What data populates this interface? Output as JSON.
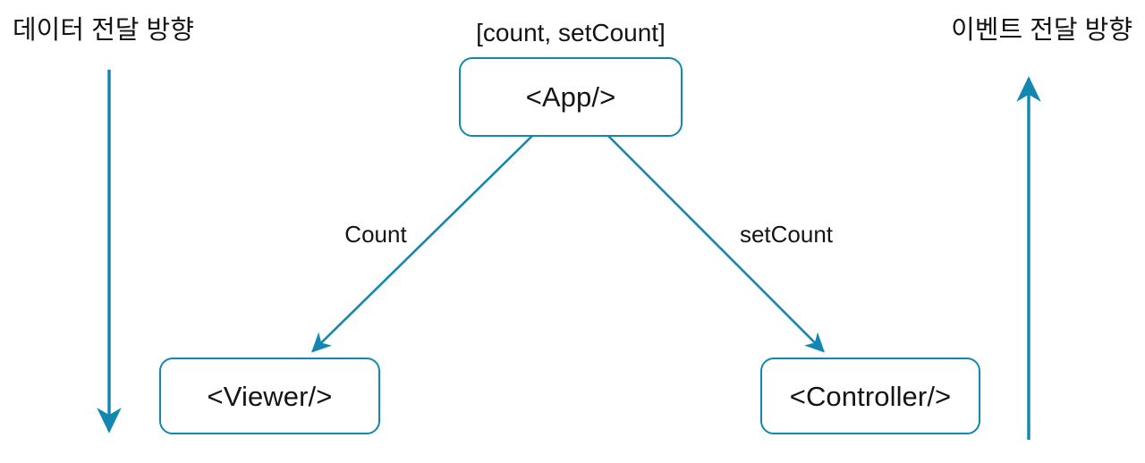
{
  "diagram": {
    "title_left": "데이터 전달 방향",
    "title_right": "이벤트 전달 방향",
    "accent_color": "#1287b1",
    "text_color": "#141414",
    "background_color": "#ffffff",
    "nodes": [
      {
        "id": "app",
        "label": "<App/>",
        "state_label": "[count, setCount]"
      },
      {
        "id": "viewer",
        "label": "<Viewer/>"
      },
      {
        "id": "controller",
        "label": "<Controller/>"
      }
    ],
    "edges": [
      {
        "id": "app-to-viewer",
        "label": "Count",
        "from": "app",
        "to": "viewer"
      },
      {
        "id": "app-to-controller",
        "label": "setCount",
        "from": "app",
        "to": "controller"
      }
    ],
    "flow_arrows": [
      {
        "id": "data-flow",
        "direction": "down",
        "label": "데이터 전달 방향"
      },
      {
        "id": "event-flow",
        "direction": "up",
        "label": "이벤트 전달 방향"
      }
    ]
  }
}
